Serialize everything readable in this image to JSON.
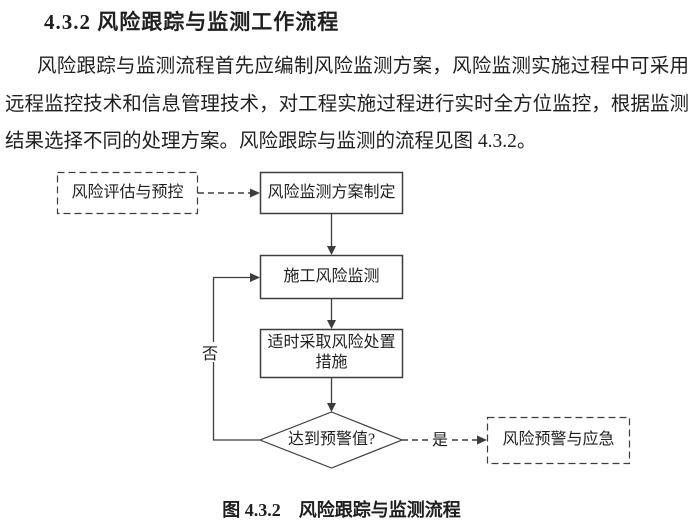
{
  "document": {
    "heading": "4.3.2 风险跟踪与监测工作流程",
    "paragraph": "风险跟踪与监测流程首先应编制风险监测方案，风险监测实施过程中可采用远程监控技术和信息管理技术，对工程实施过程进行实时全方位监控，根据监测结果选择不同的处理方案。风险跟踪与监测的流程见图 4.3.2。",
    "figure_caption": "图 4.3.2　风险跟踪与监测流程"
  },
  "flowchart": {
    "nodes": {
      "risk_assessment": "风险评估与预控",
      "monitoring_plan": "风险监测方案制定",
      "construction_monitoring": "施工风险监测",
      "risk_treatment": "适时采取风险处置措施",
      "threshold_decision": "达到预警值?",
      "warning_response": "风险预警与应急"
    },
    "edge_labels": {
      "no": "否",
      "yes": "是"
    }
  },
  "colors": {
    "background": "#ffffff",
    "text": "#1f1f1f",
    "line": "#3d3d3d"
  }
}
